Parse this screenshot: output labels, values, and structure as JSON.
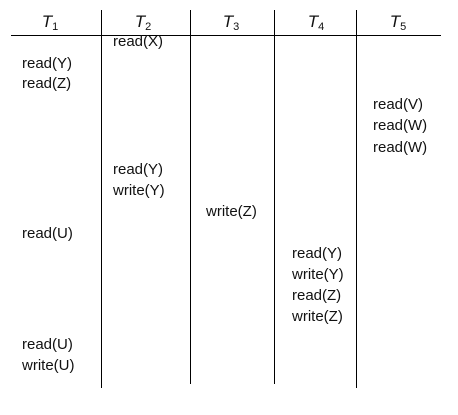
{
  "columns": [
    {
      "var": "T",
      "sub": "1"
    },
    {
      "var": "T",
      "sub": "2"
    },
    {
      "var": "T",
      "sub": "3"
    },
    {
      "var": "T",
      "sub": "4"
    },
    {
      "var": "T",
      "sub": "5"
    }
  ],
  "operations": [
    {
      "txn": 1,
      "step": 0,
      "text": "read(X)"
    },
    {
      "txn": 0,
      "step": 1,
      "text": "read(Y)"
    },
    {
      "txn": 0,
      "step": 2,
      "text": "read(Z)"
    },
    {
      "txn": 4,
      "step": 3,
      "text": "read(V)"
    },
    {
      "txn": 4,
      "step": 4,
      "text": "read(W)"
    },
    {
      "txn": 4,
      "step": 5,
      "text": "read(W)"
    },
    {
      "txn": 1,
      "step": 6,
      "text": "read(Y)"
    },
    {
      "txn": 1,
      "step": 7,
      "text": "write(Y)"
    },
    {
      "txn": 2,
      "step": 8,
      "text": "write(Z)"
    },
    {
      "txn": 0,
      "step": 9,
      "text": "read(U)"
    },
    {
      "txn": 3,
      "step": 10,
      "text": "read(Y)"
    },
    {
      "txn": 3,
      "step": 11,
      "text": "write(Y)"
    },
    {
      "txn": 3,
      "step": 12,
      "text": "read(Z)"
    },
    {
      "txn": 3,
      "step": 13,
      "text": "write(Z)"
    },
    {
      "txn": 0,
      "step": 14,
      "text": "read(U)"
    },
    {
      "txn": 0,
      "step": 15,
      "text": "write(U)"
    }
  ]
}
